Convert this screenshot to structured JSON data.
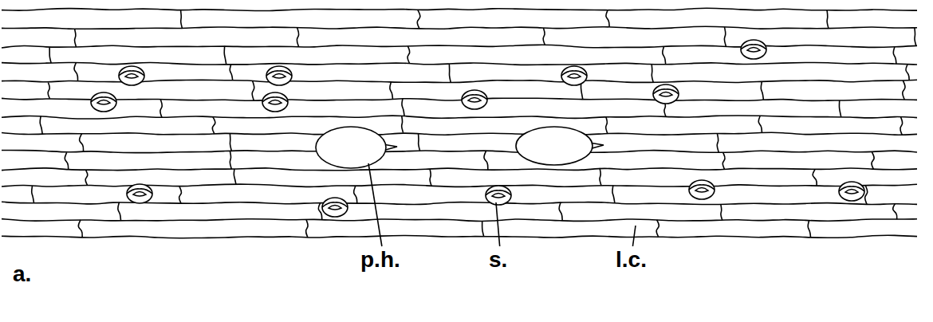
{
  "diagram": {
    "labels": [
      "a.",
      "p.h.",
      "s.",
      "l.c."
    ]
  }
}
